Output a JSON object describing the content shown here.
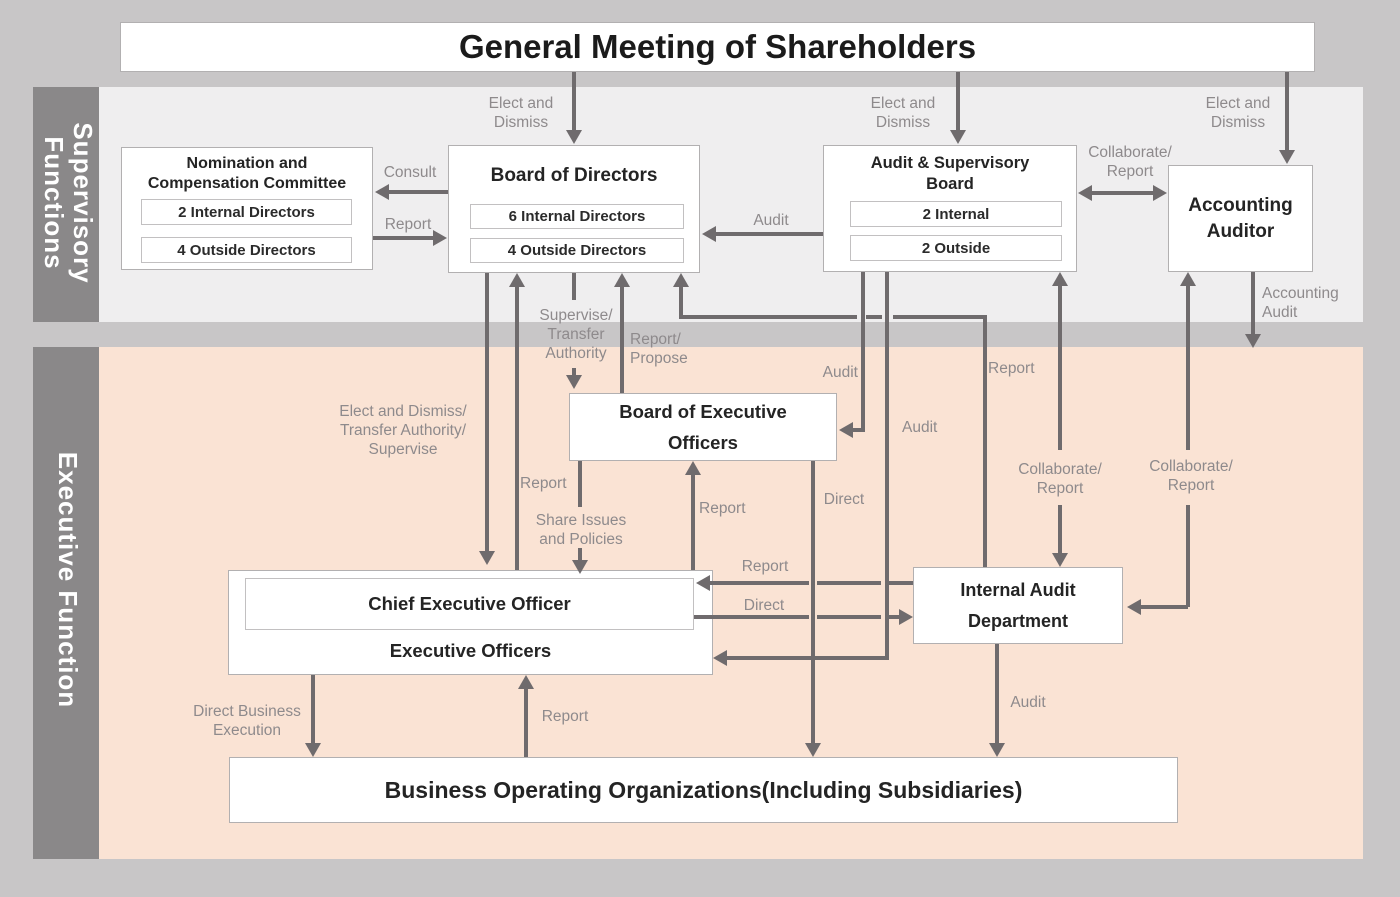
{
  "bands": {
    "supervisory": "Supervisory\nFunctions",
    "executive": "Executive Function"
  },
  "boxes": {
    "gms": "General Meeting of Shareholders",
    "nomination": {
      "title": "Nomination and\nCompensation Committee",
      "item1": "2 Internal Directors",
      "item2": "4 Outside Directors"
    },
    "board_of_directors": {
      "title": "Board of Directors",
      "item1": "6 Internal Directors",
      "item2": "4 Outside Directors"
    },
    "audit_supervisory_board": {
      "title": "Audit & Supervisory\nBoard",
      "item1": "2 Internal",
      "item2": "2 Outside"
    },
    "accounting_auditor": "Accounting\nAuditor",
    "board_of_executive_officers": "Board of Executive\nOfficers",
    "ceo": "Chief Executive Officer",
    "executive_officers": "Executive Officers",
    "internal_audit_department": "Internal Audit\nDepartment",
    "business_operating": "Business Operating Organizations(Including Subsidiaries)"
  },
  "labels": {
    "elect_dismiss": "Elect and\nDismiss",
    "consult": "Consult",
    "report": "Report",
    "audit": "Audit",
    "collaborate_report": "Collaborate/\nReport",
    "accounting_audit": "Accounting\nAudit",
    "supervise_transfer": "Supervise/\nTransfer\nAuthority",
    "report_propose": "Report/\nPropose",
    "elect_dismiss_transfer": "Elect and Dismiss/\nTransfer Authority/\nSupervise",
    "share_issues": "Share Issues\nand Policies",
    "direct": "Direct",
    "direct_business_execution": "Direct Business\nExecution"
  },
  "colors": {
    "line": "#6f6b6d",
    "panel_supervisory": "#efeeef",
    "panel_executive": "#fae3d4",
    "band": "#8a8889"
  }
}
